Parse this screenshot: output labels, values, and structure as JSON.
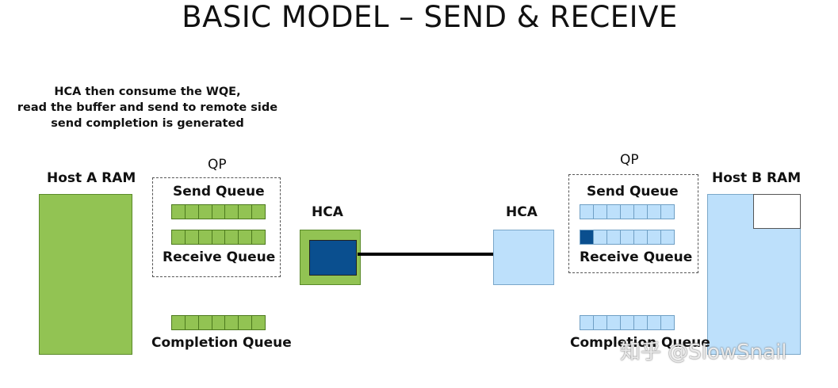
{
  "title": "BASIC MODEL – SEND & RECEIVE",
  "note": {
    "lines": [
      "HCA then consume the WQE,",
      "read the buffer and send to remote side",
      "send completion is generated"
    ]
  },
  "host_a": {
    "ram_label": "Host A RAM",
    "qp_label": "QP",
    "send_queue_label": "Send Queue",
    "receive_queue_label": "Receive Queue",
    "completion_queue_label": "Completion Queue",
    "hca_label": "HCA",
    "color": "#92c353"
  },
  "host_b": {
    "ram_label": "Host B RAM",
    "qp_label": "QP",
    "send_queue_label": "Send Queue",
    "receive_queue_label": "Receive Queue",
    "completion_queue_label": "Completion Queue",
    "hca_label": "HCA",
    "color": "#bde0fb",
    "receive_queue_filled_slots": 1
  },
  "accent_dark_blue": "#0a4f8f",
  "watermark": "知乎 @SlowSnail"
}
